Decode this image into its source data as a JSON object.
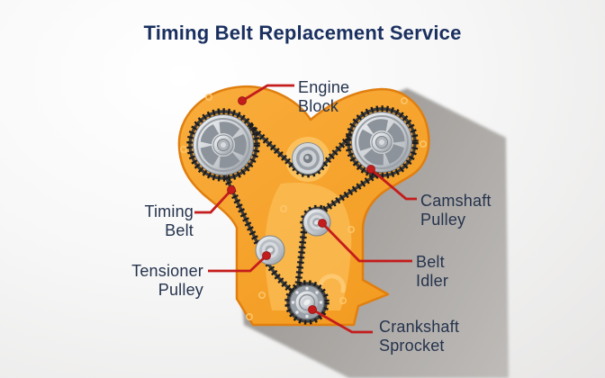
{
  "title": "Timing Belt Replacement Service",
  "labels": {
    "engine_block": {
      "line1": "Engine",
      "line2": "Block"
    },
    "camshaft_pulley": {
      "line1": "Camshaft",
      "line2": "Pulley"
    },
    "timing_belt": {
      "line1": "Timing",
      "line2": "Belt"
    },
    "tensioner_pulley": {
      "line1": "Tensioner",
      "line2": "Pulley"
    },
    "belt_idler": {
      "line1": "Belt",
      "line2": "Idler"
    },
    "crankshaft_sprocket": {
      "line1": "Crankshaft",
      "line2": "Sprocket"
    }
  },
  "colors": {
    "accent_red": "#c41c1c",
    "title_navy": "#1a3060",
    "label_navy": "#25334d",
    "engine_orange": "#f7a42e",
    "engine_orange_dark": "#e07f10",
    "engine_orange_light": "#fcc35f",
    "belt_black": "#1d1d1d",
    "metal_silver": "#c9ced3",
    "shadow_gray": "#a3a09d"
  }
}
